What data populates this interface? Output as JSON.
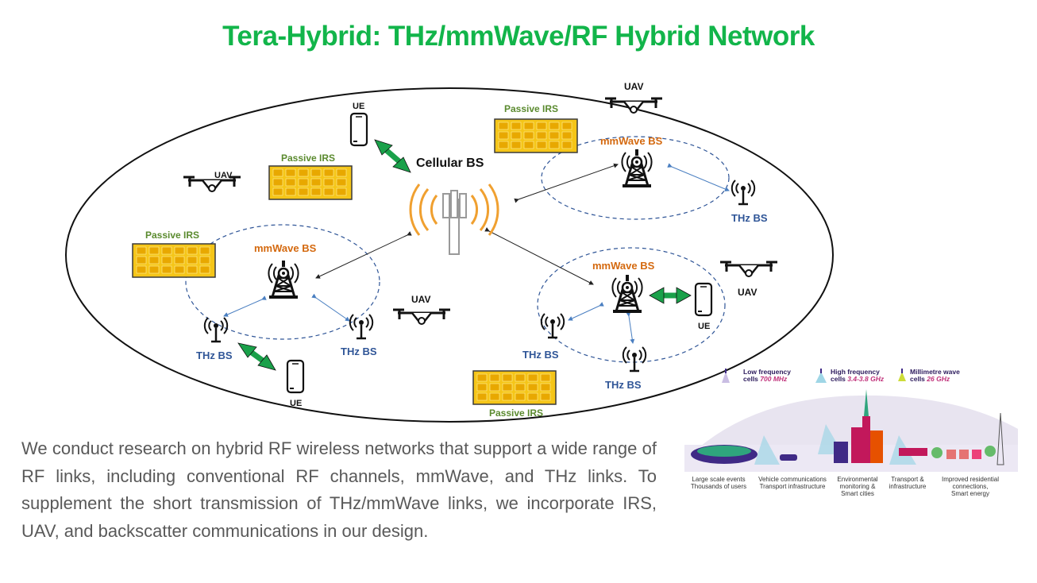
{
  "title": "Tera-Hybrid: THz/mmWave/RF Hybrid Network",
  "diagram": {
    "cellular_bs": "Cellular BS",
    "passive_irs_1": "Passive IRS",
    "passive_irs_2": "Passive IRS",
    "passive_irs_3": "Passive IRS",
    "passive_irs_4": "Passive IRS",
    "mmwave_bs_1": "mmWave BS",
    "mmwave_bs_2": "mmWave BS",
    "mmwave_bs_3": "mmWave BS",
    "thz_bs_1": "THz BS",
    "thz_bs_2": "THz BS",
    "thz_bs_3": "THz BS",
    "thz_bs_4": "THz BS",
    "thz_bs_5": "THz BS",
    "uav_1": "UAV",
    "uav_2": "UAV",
    "uav_3": "UAV",
    "uav_4": "UAV",
    "ue_1": "UE",
    "ue_2": "UE",
    "ue_3": "UE",
    "colors": {
      "title": "#12b54a",
      "irs_label": "#5a8a2e",
      "mmwave_label": "#d4690f",
      "thz_label": "#2f5597",
      "green_link": "#1aa14a",
      "irs_fill": "#f5c518"
    }
  },
  "description": "We conduct research on hybrid RF wireless networks that support a wide range of RF links, including conventional RF channels, mmWave, and THz links. To supplement the short transmission of THz/mmWave links, we incorporate IRS, UAV, and backscatter communications in our design.",
  "inset": {
    "legend": [
      {
        "name": "Low frequency",
        "detail_prefix": "cells ",
        "detail": "700 MHz"
      },
      {
        "name": "High frequency",
        "detail_prefix": "cells ",
        "detail": "3.4-3.8 GHz"
      },
      {
        "name": "Millimetre wave",
        "detail_prefix": "cells ",
        "detail": "26 GHz"
      }
    ],
    "captions": [
      "Large scale events\nThousands of users",
      "Vehicle communications\nTransport infrastructure",
      "Environmental\nmonitoring &\nSmart cities",
      "Transport &\ninfrastructure",
      "Improved residential\nconnections,\nSmart energy"
    ]
  }
}
